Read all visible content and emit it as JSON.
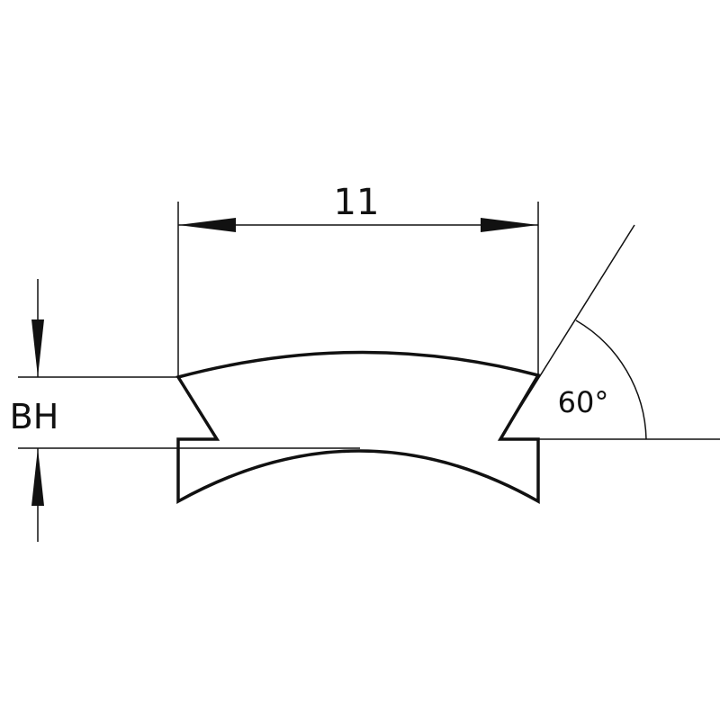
{
  "diagram": {
    "width_label": "11",
    "height_label": "BH",
    "angle_label": "60°",
    "line_color": "#111111",
    "background": "#ffffff"
  }
}
